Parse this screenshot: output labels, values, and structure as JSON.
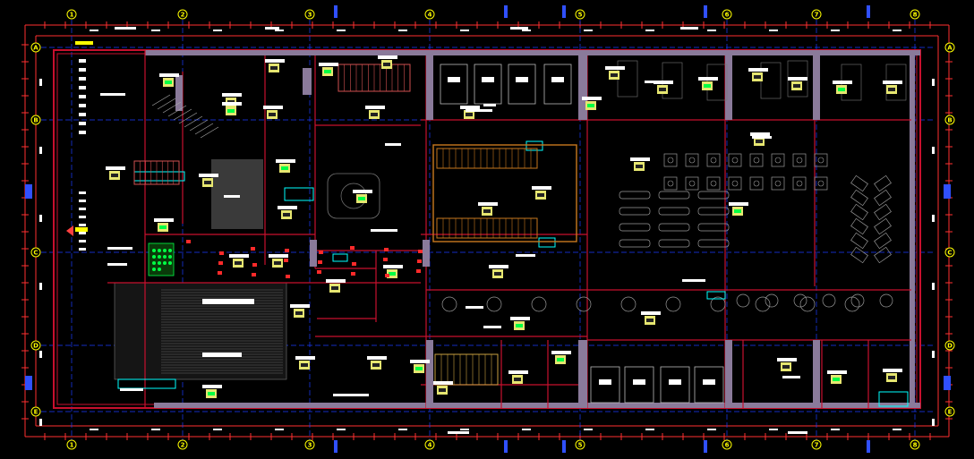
{
  "drawing": {
    "colors": {
      "background": "#000000",
      "wall": "#c8102e",
      "wall_fill": "#8a7a9a",
      "grid_line": "#1a3cff",
      "bubble": "#ffff00",
      "tag_white": "#ffffff",
      "tag_green": "#00ff44",
      "cyan": "#00ffff",
      "orange": "#c8781e",
      "gray_zone": "#3a3a3a",
      "dim_line": "#ff3030"
    },
    "grid_columns": [
      "1",
      "2",
      "3",
      "4",
      "5",
      "6",
      "7",
      "8"
    ],
    "grid_rows": [
      "A",
      "B",
      "C",
      "D",
      "E"
    ]
  }
}
